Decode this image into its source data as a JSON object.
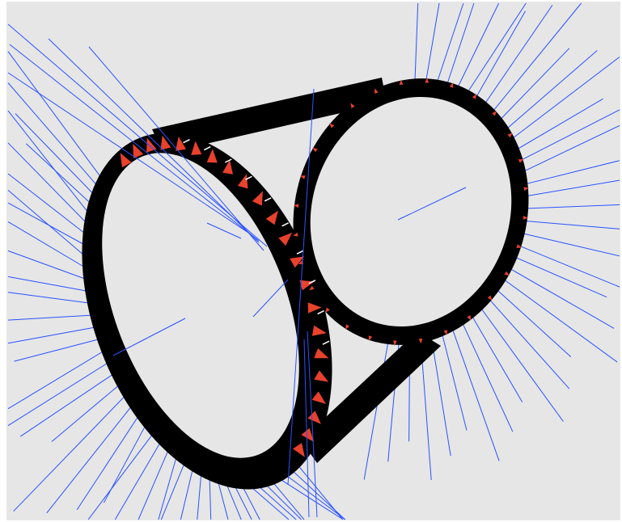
{
  "viewer": {
    "background_color": "#e6e6e6",
    "frame_color": "#ffffff"
  },
  "model": {
    "description_visible": false,
    "body_color": "#000000",
    "face_ring_color": "#000000",
    "normal_line_color": "#2952ff",
    "marker_color": "#e8412c",
    "edge_highlight_color": "#ffffff",
    "large_face": {
      "normal_lines": 44,
      "triangle_markers": 22
    },
    "small_face": {
      "normal_lines": 36,
      "tick_markers": 28
    }
  }
}
